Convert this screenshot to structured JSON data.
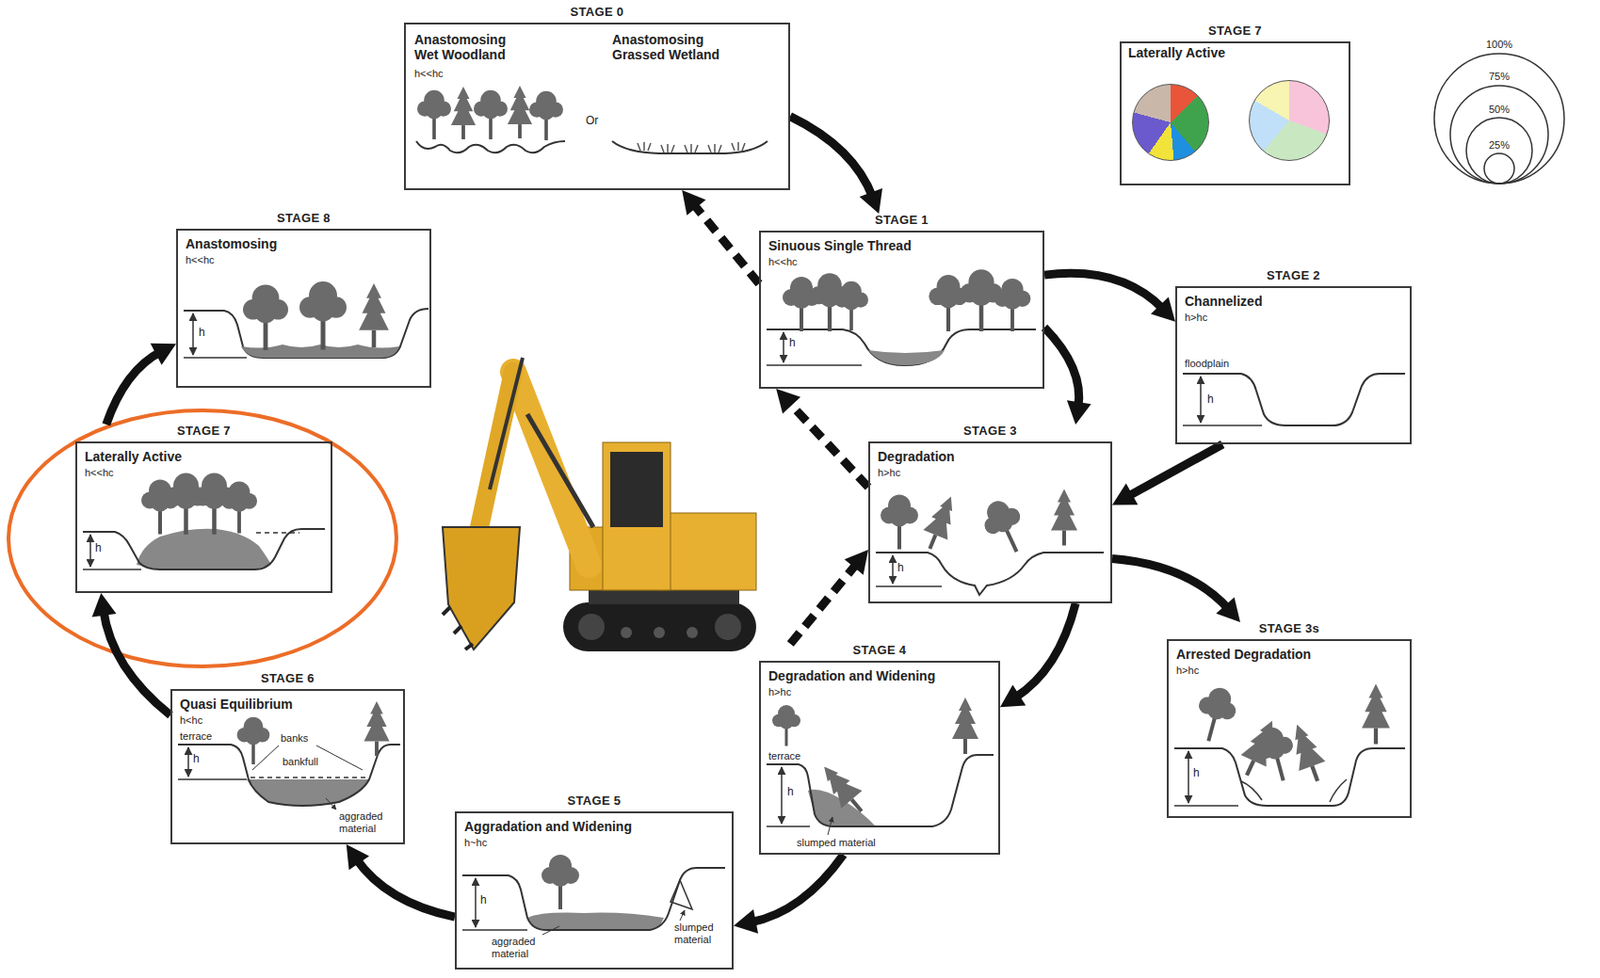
{
  "diagram": {
    "nodes": [
      {
        "text": [
          "STAGE 0",
          "Anastomosing Wet Woodland",
          "h<<hc",
          "Or",
          "Anastomosing Grassed Wetland"
        ]
      },
      {
        "text": [
          "STAGE 7",
          "Laterally Active"
        ]
      },
      {
        "text": [
          "STAGE 8",
          "Anastomosing",
          "h<<hc",
          "h"
        ]
      },
      {
        "text": [
          "STAGE 1",
          "Sinuous Single Thread",
          "h<<hc",
          "h"
        ]
      },
      {
        "text": [
          "STAGE 2",
          "Channelized",
          "h>hc",
          "floodplain",
          "h"
        ]
      },
      {
        "text": [
          "STAGE 7",
          "Laterally Active",
          "h<<hc",
          "h"
        ]
      },
      {
        "text": [
          "STAGE 3",
          "Degradation",
          "h>hc",
          "h"
        ]
      },
      {
        "text": [
          "STAGE 3s",
          "Arrested Degradation",
          "h>hc",
          "h"
        ]
      },
      {
        "text": [
          "STAGE 6",
          "Quasi Equilibrium",
          "h<hc",
          "terrace",
          "banks",
          "bankfull",
          "h",
          "aggraded material"
        ]
      },
      {
        "text": [
          "STAGE 4",
          "Degradation and Widening",
          "h>hc",
          "terrace",
          "h",
          "slumped material"
        ]
      },
      {
        "text": [
          "STAGE 5",
          "Aggradation and Widening",
          "h~hc",
          "h",
          "aggraded material",
          "slumped material"
        ]
      }
    ],
    "edges": [
      {
        "from": 0,
        "to": 3,
        "arrow": "to"
      },
      {
        "from": 3,
        "to": 0,
        "arrow": "to"
      },
      {
        "from": 3,
        "to": 4,
        "arrow": "to"
      },
      {
        "from": 3,
        "to": 6,
        "arrow": "to"
      },
      {
        "from": 4,
        "to": 6,
        "arrow": "to"
      },
      {
        "from": 6,
        "to": 7,
        "arrow": "to"
      },
      {
        "from": 6,
        "to": 9,
        "arrow": "to"
      },
      {
        "from": 9,
        "to": 6,
        "arrow": "to"
      },
      {
        "from": 6,
        "to": 3,
        "arrow": "to"
      },
      {
        "from": 9,
        "to": 10,
        "arrow": "to"
      },
      {
        "from": 10,
        "to": 8,
        "arrow": "to"
      },
      {
        "from": 8,
        "to": 5,
        "arrow": "to"
      },
      {
        "from": 5,
        "to": 2,
        "arrow": "to"
      }
    ],
    "labels": [
      "100%",
      "75%",
      "50%",
      "25%"
    ]
  }
}
